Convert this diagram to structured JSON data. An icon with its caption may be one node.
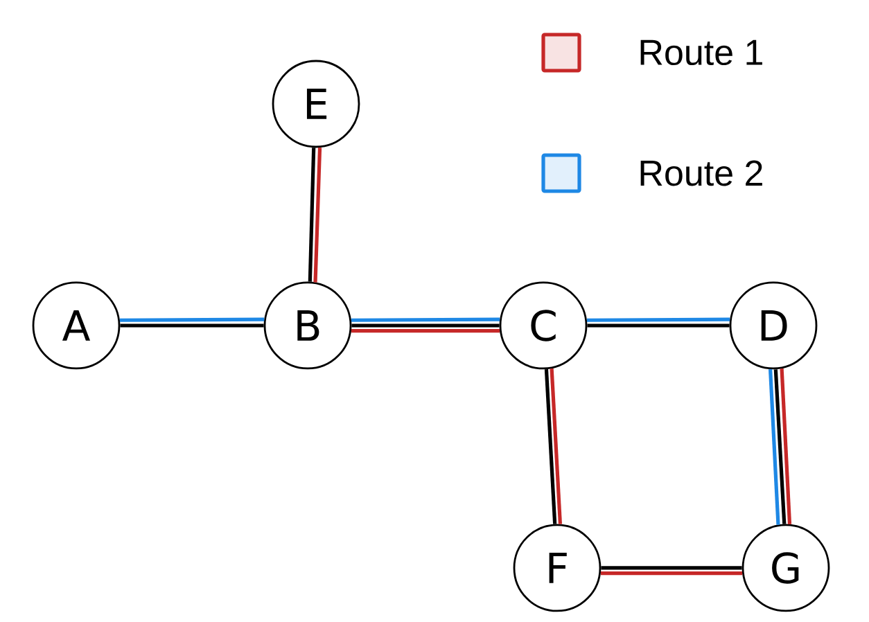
{
  "diagram": {
    "nodes": [
      {
        "text": [
          "A"
        ]
      },
      {
        "text": [
          "B"
        ]
      },
      {
        "text": [
          "C"
        ]
      },
      {
        "text": [
          "D"
        ]
      },
      {
        "text": [
          "E"
        ]
      },
      {
        "text": [
          "F"
        ]
      },
      {
        "text": [
          "G"
        ]
      }
    ],
    "edges": [
      {
        "from": 0,
        "to": 1,
        "arrow": "none"
      },
      {
        "from": 0,
        "to": 1,
        "arrow": "none",
        "color": "#1e88e5"
      },
      {
        "from": 1,
        "to": 4,
        "arrow": "none"
      },
      {
        "from": 1,
        "to": 4,
        "arrow": "none",
        "color": "#c62828"
      },
      {
        "from": 1,
        "to": 2,
        "arrow": "none"
      },
      {
        "from": 1,
        "to": 2,
        "arrow": "none",
        "color": "#1e88e5"
      },
      {
        "from": 1,
        "to": 2,
        "arrow": "none",
        "color": "#c62828"
      },
      {
        "from": 2,
        "to": 3,
        "arrow": "none"
      },
      {
        "from": 2,
        "to": 3,
        "arrow": "none",
        "color": "#1e88e5"
      },
      {
        "from": 2,
        "to": 5,
        "arrow": "none"
      },
      {
        "from": 2,
        "to": 5,
        "arrow": "none",
        "color": "#c62828"
      },
      {
        "from": 3,
        "to": 6,
        "arrow": "none"
      },
      {
        "from": 3,
        "to": 6,
        "arrow": "none",
        "color": "#1e88e5"
      },
      {
        "from": 3,
        "to": 6,
        "arrow": "none",
        "color": "#c62828"
      },
      {
        "from": 5,
        "to": 6,
        "arrow": "none"
      },
      {
        "from": 5,
        "to": 6,
        "arrow": "none",
        "color": "#c62828"
      }
    ],
    "legend": [
      {
        "text": "Route 1",
        "color": "#c62828"
      },
      {
        "text": "Route 2",
        "color": "#1e88e5"
      }
    ]
  }
}
